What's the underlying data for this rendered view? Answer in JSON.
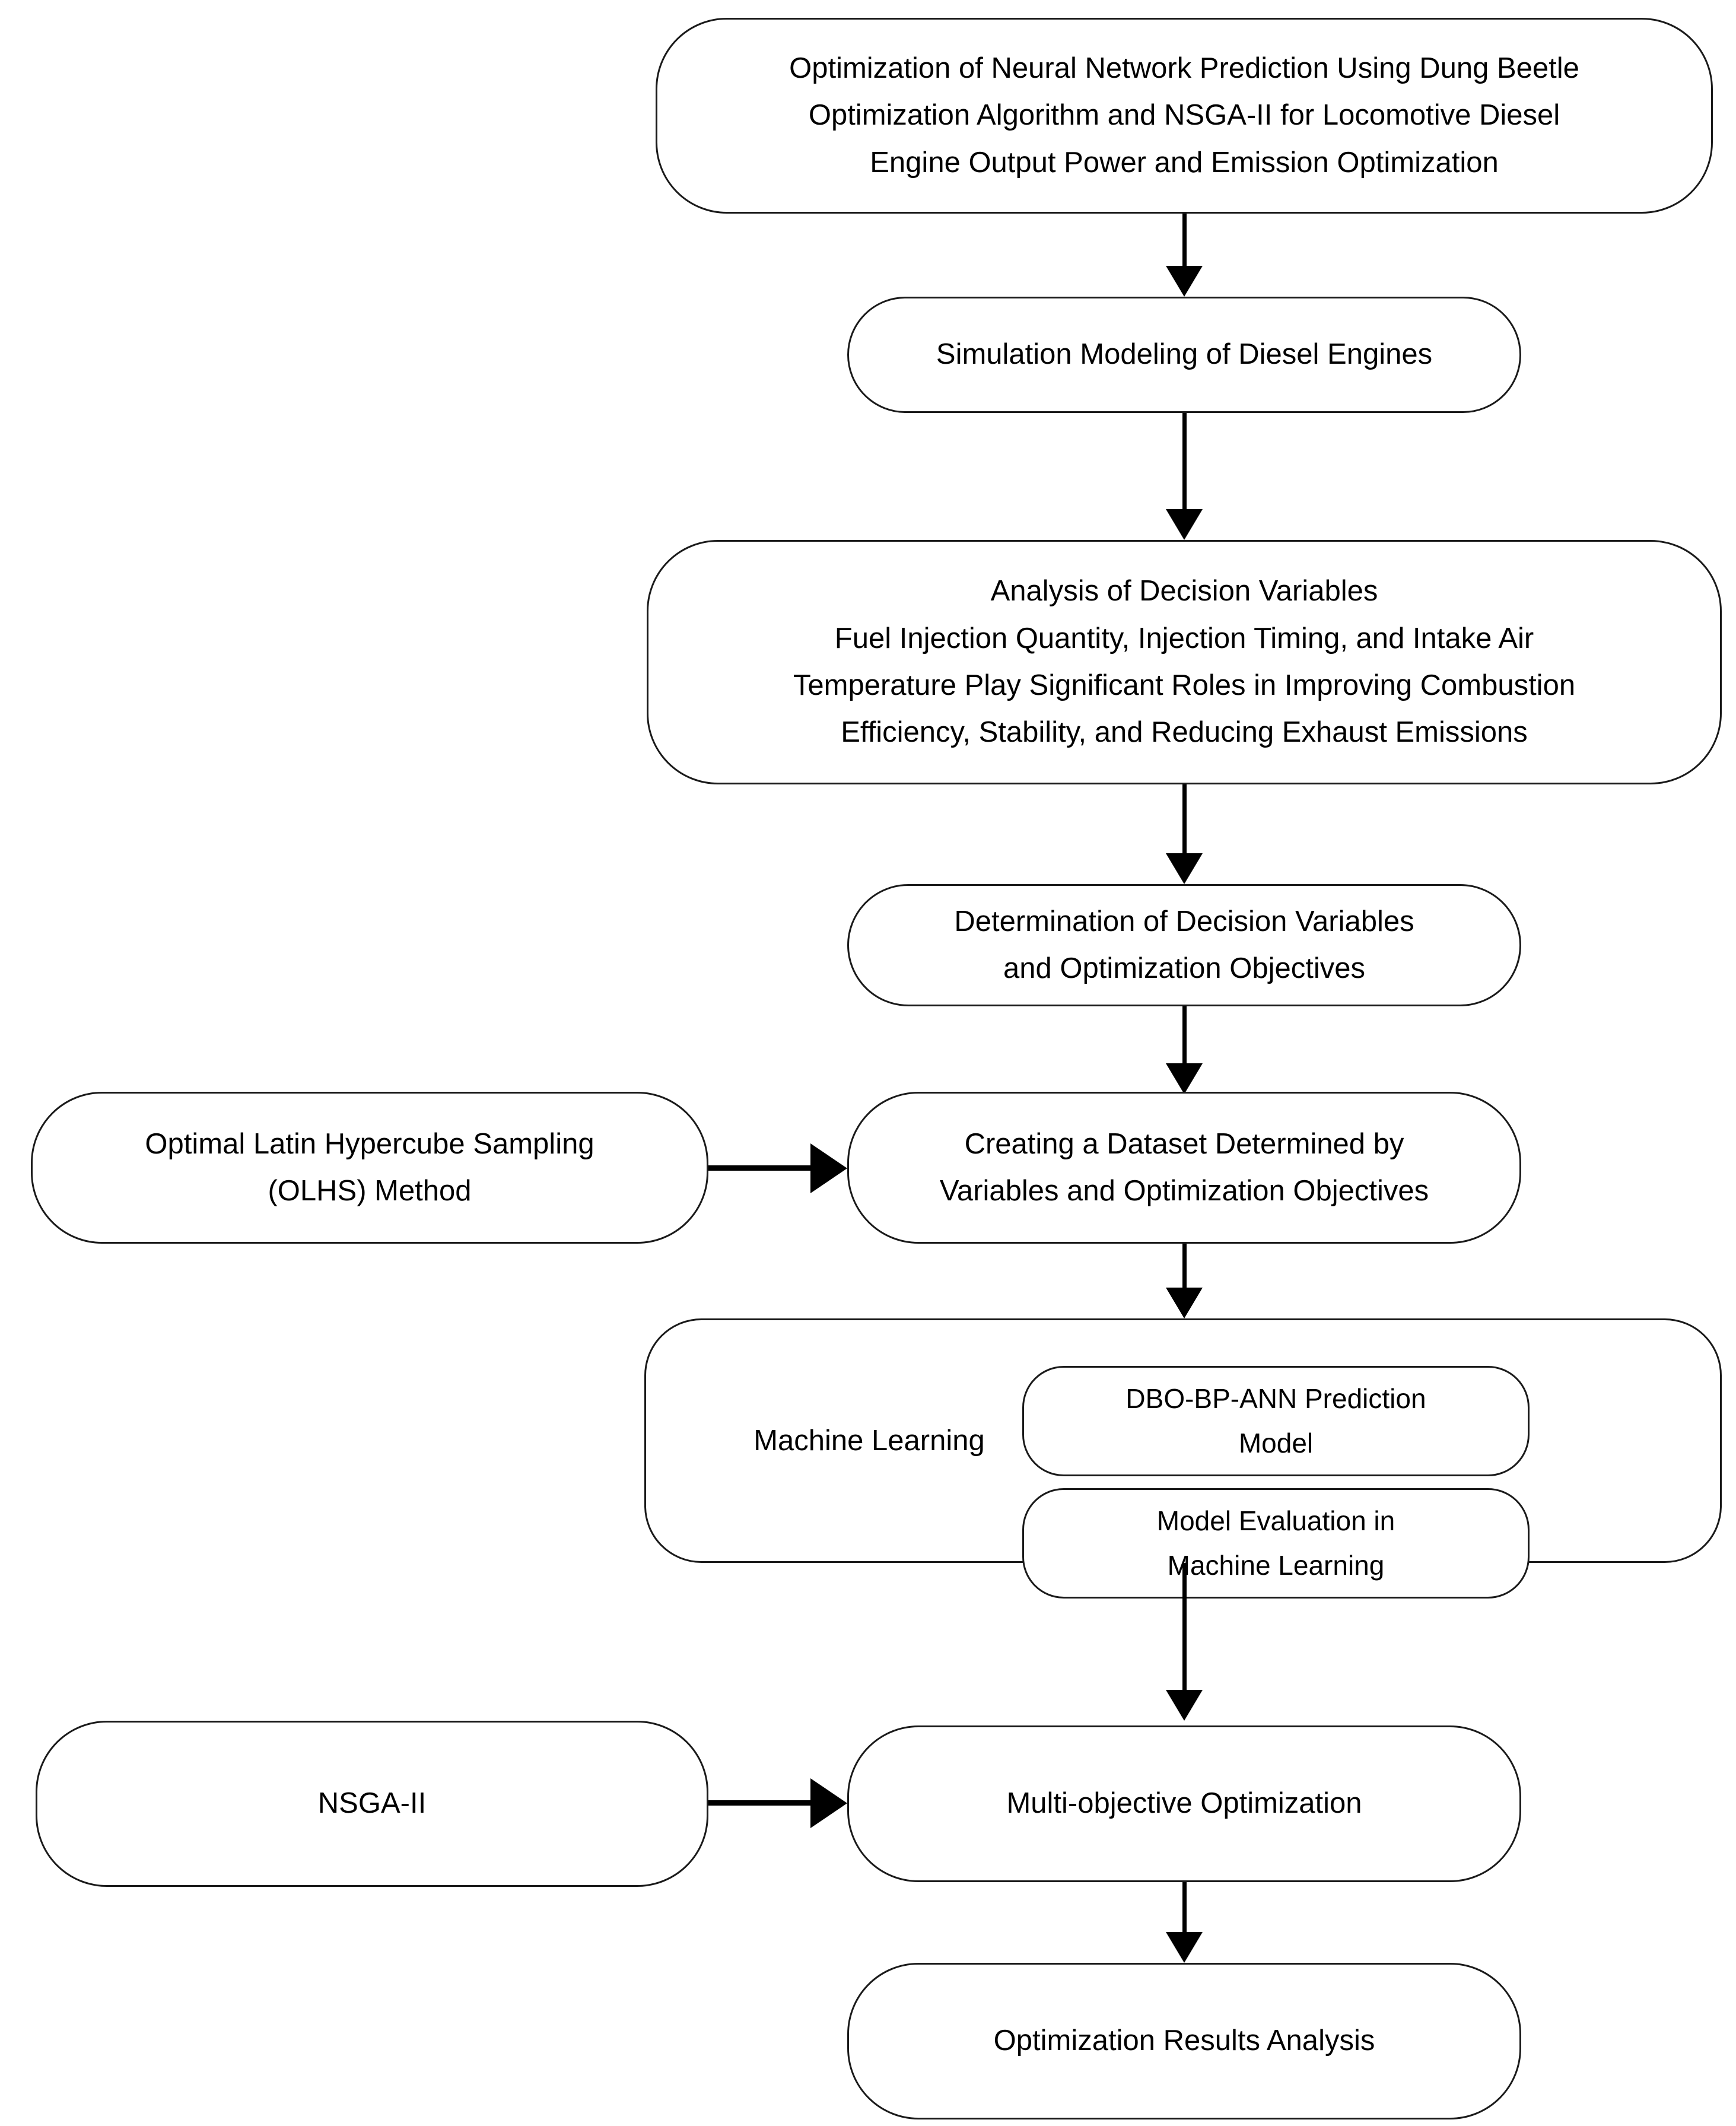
{
  "diagram": {
    "title_node": {
      "id": "title-node",
      "text": "Optimization of Neural Network Prediction Using Dung Beetle\nOptimization Algorithm and NSGA-II for Locomotive Diesel\nEngine Output Power and Emission Optimization"
    },
    "nodes": [
      {
        "id": "simulation-modeling",
        "text": "Simulation Modeling of Diesel Engines"
      },
      {
        "id": "analysis-of-decision-variables",
        "text": "Analysis of Decision Variables\nFuel Injection Quantity, Injection Timing, and Intake Air\nTemperature Play Significant Roles in Improving Combustion\nEfficiency, Stability, and Reducing Exhaust Emissions"
      },
      {
        "id": "determination-of-decision-variables",
        "text": "Determination of Decision Variables\nand Optimization Objectives"
      },
      {
        "id": "optimal-latin-hypercube-sampling",
        "text": "Optimal Latin Hypercube Sampling\n(OLHS) Method"
      },
      {
        "id": "creating-a-dataset",
        "text": "Creating a Dataset Determined by\nVariables and Optimization Objectives"
      },
      {
        "id": "machine-learning-label",
        "text": "Machine Learning"
      },
      {
        "id": "dbo-bp-ann-prediction-model",
        "text": "DBO-BP-ANN Prediction\nModel"
      },
      {
        "id": "model-evaluation-in-machine-learning",
        "text": "Model Evaluation in\nMachine Learning"
      },
      {
        "id": "nsga-ii",
        "text": "NSGA-II"
      },
      {
        "id": "multi-objective-optimization",
        "text": "Multi-objective Optimization"
      },
      {
        "id": "optimization-results-analysis",
        "text": "Optimization Results Analysis"
      }
    ],
    "colors": {
      "stroke": "#1a1a1a",
      "arrow": "#000000",
      "fill": "#ffffff",
      "text": "#000000"
    }
  }
}
